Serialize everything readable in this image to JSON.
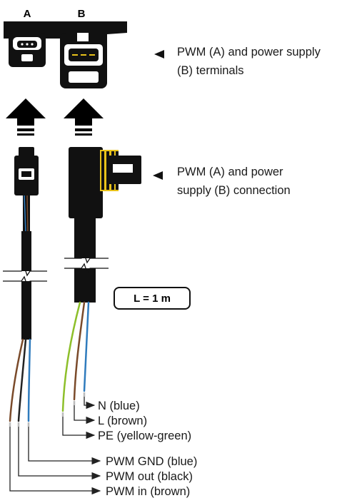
{
  "headers": {
    "a": "A",
    "b": "B"
  },
  "callouts": {
    "terminals": [
      "PWM (A) and power supply",
      "(B) terminals"
    ],
    "connection": [
      "PWM (A) and power",
      "supply (B) connection"
    ]
  },
  "length_box": "L = 1 m",
  "wires_b": [
    {
      "label": "N (blue)",
      "color": "#2f7bbd"
    },
    {
      "label": "L (brown)",
      "color": "#7a4a2a"
    },
    {
      "label": "PE (yellow-green)",
      "color": "#8dbf2a"
    }
  ],
  "wires_a": [
    {
      "label": "PWM GND (blue)",
      "color": "#2f7bbd"
    },
    {
      "label": "PWM out (black)",
      "color": "#222222"
    },
    {
      "label": "PWM in (brown)",
      "color": "#7a4a2a"
    }
  ],
  "colors": {
    "housing": "#111111",
    "gasket": "#e8c21a",
    "leader": "#222222"
  }
}
